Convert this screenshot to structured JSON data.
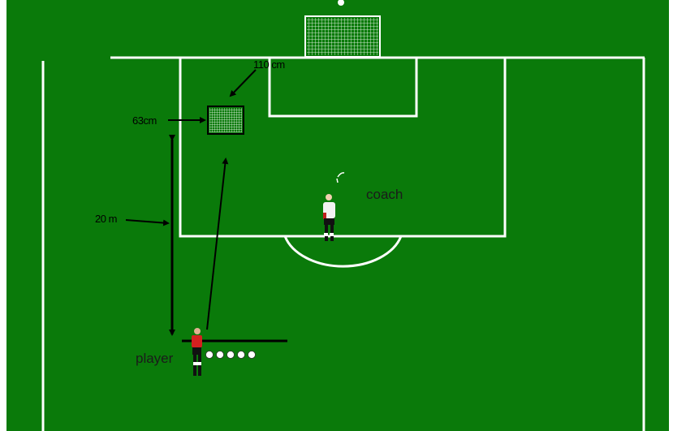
{
  "labels": {
    "goal_width": "110 cm",
    "goal_height": "63cm",
    "distance": "20 m",
    "coach": "coach",
    "player": "player"
  },
  "colors": {
    "pitch": "#0a7a0a",
    "lines": "#ffffff",
    "arrows": "#000000",
    "player_shirt": "#d42020",
    "coach_shirt": "#f2f2f2"
  },
  "ball_count": 5
}
